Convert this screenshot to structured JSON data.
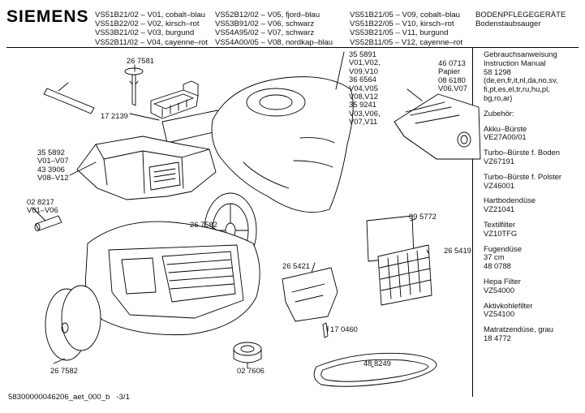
{
  "header": {
    "brand": "SIEMENS",
    "models_col1": [
      "VS51B21/02 – V01, cobalt–blau",
      "VS51B22/02 – V02, kirsch–rot",
      "VS53B21/02 – V03, burgund",
      "VS52B11/02 – V04, cayenne–rot"
    ],
    "models_col2": [
      "VS52B12/02 – V05, fjord–blau",
      "VS53B91/02 – V06, schwarz",
      "VS54A95/02 – V07, schwarz",
      "VS54A00/05 – V08, nordkap–blau"
    ],
    "models_col3": [
      "VS51B21/05 – V09, cobalt–blau",
      "VS51B22/05 – V10, kirsch–rot",
      "VS53B21/05 – V11, burgund",
      "VS52B11/05 – V12, cayenne–rot"
    ],
    "title_line1": "BODENPFLEGEGERÄTE",
    "title_line2": "Bodenstaubsauger"
  },
  "accessories": [
    [
      "Gebrauchsanweisung",
      "Instruction Manual",
      "58 1298",
      "(de,en,fr,it,nl,da,no,sv,",
      "fi,pt,es,el,tr,ru,hu,pl,",
      "bg,ro,ar)"
    ],
    [
      "Zubehör:"
    ],
    [
      "Akku–Bürste",
      "VE27A00/01"
    ],
    [
      "Turbo–Bürste f. Boden",
      "VZ67191"
    ],
    [
      "Turbo–Bürste f. Polster",
      "VZ46001"
    ],
    [
      "Hartbodendüse",
      "VZ21041"
    ],
    [
      "Textilfilter",
      "VZ10TFG"
    ],
    [
      "Fugendüse",
      "37 cm",
      "48 0788"
    ],
    [
      "Hepa Filter",
      "VZ54000"
    ],
    [
      "Aktivkohlefilter",
      "VZ54100"
    ],
    [
      "Matratzendüse, grau",
      "18 4772"
    ]
  ],
  "part_labels": {
    "p267581": [
      "26 7581"
    ],
    "p172139": [
      "17 2139"
    ],
    "p355892": [
      "35 5892",
      "V01–V07",
      "43 3906",
      "V08–V12"
    ],
    "p028217": [
      "02 8217",
      "V01–V06"
    ],
    "p355891": [
      "35 5891",
      "V01,V02,",
      "V09,V10",
      "36 6564",
      "V04,V05",
      "V08,V12",
      "35 9241",
      "V03,V06,",
      "V07,V11"
    ],
    "p460713": [
      "46 0713",
      "Papier",
      "08 6180",
      "V06,V07"
    ],
    "p095772": [
      "09 5772"
    ],
    "p267582a": [
      "26 7582"
    ],
    "p265421": [
      "26 5421"
    ],
    "p265419": [
      "26 5419"
    ],
    "p170460": [
      "17 0460"
    ],
    "p488249": [
      "48 8249"
    ],
    "p267582b": [
      "26 7582"
    ],
    "p027606": [
      "02 7606"
    ]
  },
  "footer": {
    "doc_id": "58300000046206_aet_000_b",
    "page": "-3/1"
  }
}
